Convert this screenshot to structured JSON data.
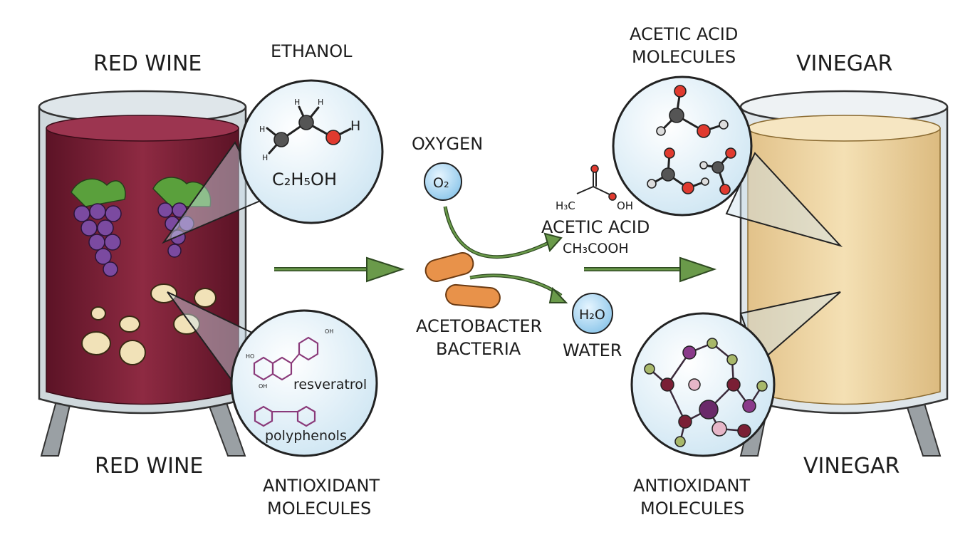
{
  "labels": {
    "red_wine_top": "RED WINE",
    "red_wine_bottom": "RED WINE",
    "ethanol": "ETHANOL",
    "ethanol_formula": "C₂H₅OH",
    "oxygen": "OXYGEN",
    "oxygen_formula": "O₂",
    "acetobacter_1": "ACETOBACTER",
    "acetobacter_2": "BACTERIA",
    "acetic_acid": "ACETIC ACID",
    "acetic_formula": "CH₃COOH",
    "h3c": "H₃C",
    "oh": "OH",
    "water": "WATER",
    "water_formula": "H₂O",
    "acetic_molecules_1": "ACETIC ACID",
    "acetic_molecules_2": "MOLECULES",
    "vinegar_top": "VINEGAR",
    "vinegar_bottom": "VINEGAR",
    "resveratrol": "resveratrol",
    "polyphenols": "polyphenols",
    "antioxidant_left_1": "ANTIOXIDANT",
    "antioxidant_left_2": "MOLECULES",
    "antioxidant_right_1": "ANTIOXIDANT",
    "antioxidant_right_2": "MOLECULES",
    "h": "H",
    "ho": "HO",
    "oh_small": "OH"
  },
  "colors": {
    "wine": "#7a1f35",
    "vinegar": "#eed6a4",
    "arrow": "#6a9a4a",
    "bubble": "#dff0fa",
    "oxygen_atom": "#e03a2f",
    "carbon_atom": "#555555",
    "bacteria": "#e8924a",
    "grape": "#7b4aa0",
    "leaf": "#5aa03c"
  }
}
